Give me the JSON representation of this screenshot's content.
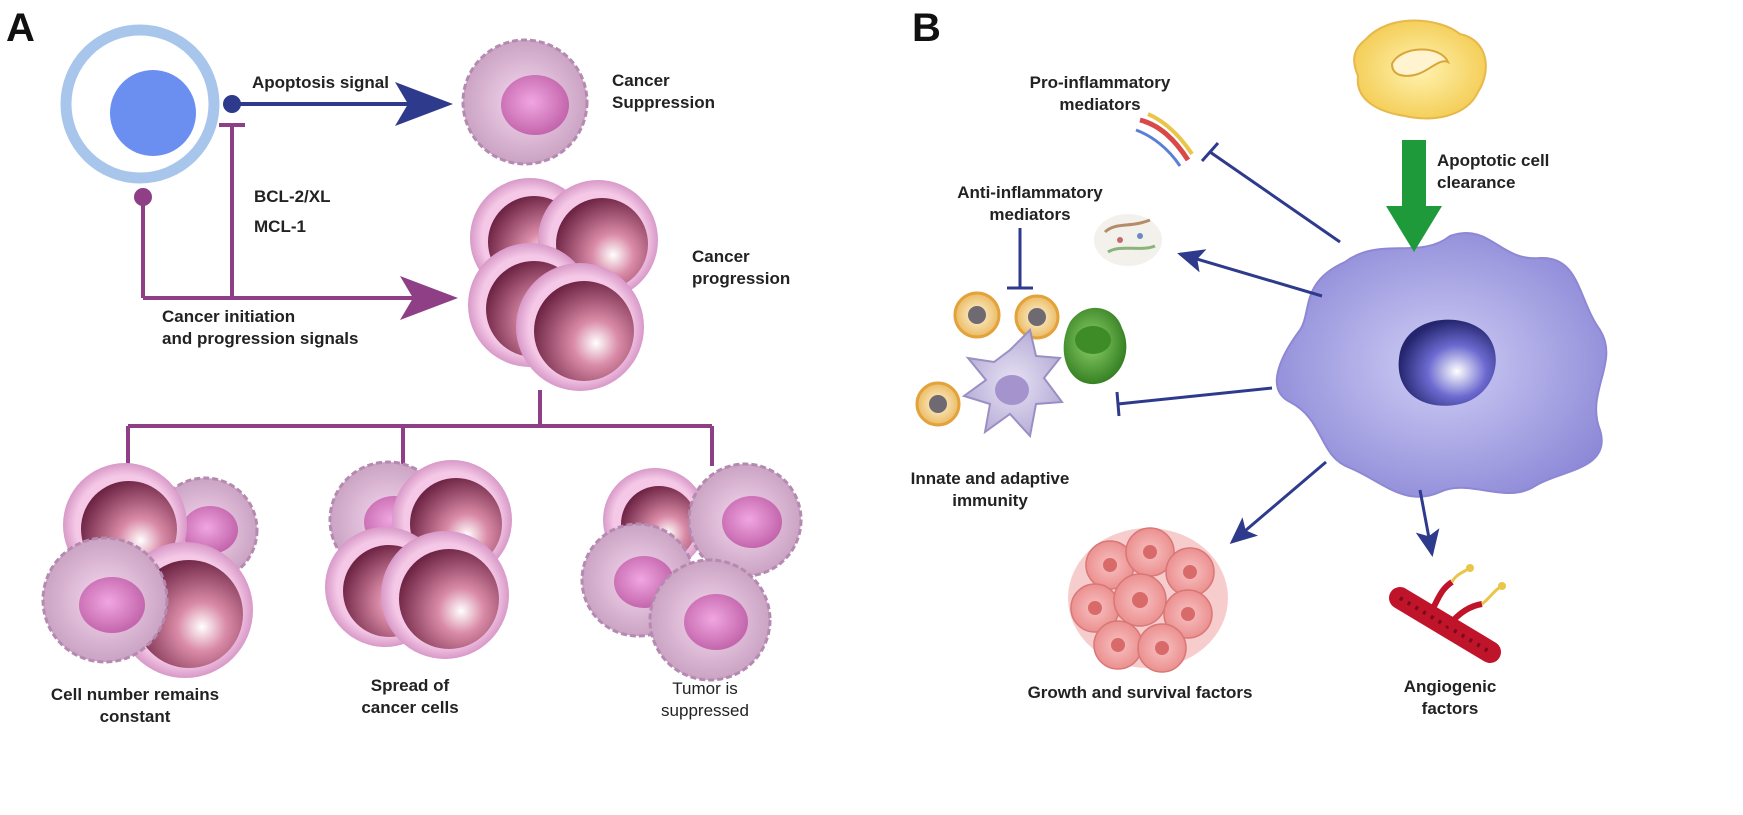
{
  "panels": {
    "a_letter": "A",
    "b_letter": "B"
  },
  "panel_a": {
    "apoptosis_signal": "Apoptosis signal",
    "cancer_suppression": "Cancer\nSuppression",
    "bcl2_xl": "BCL-2/XL",
    "mcl1": "MCL-1",
    "cancer_progression": "Cancer\nprogression",
    "initiation_signals": "Cancer initiation\nand progression  signals",
    "outcome_constant": "Cell number remains\nconstant",
    "outcome_spread": "Spread of\ncancer cells",
    "outcome_suppressed": "Tumor is\nsuppressed"
  },
  "panel_b": {
    "pro_inflammatory": "Pro-inflammatory\nmediators",
    "anti_inflammatory": "Anti-inflammatory\nmediators",
    "apoptotic_clearance": "Apoptotic cell\nclearance",
    "immunity": "Innate and adaptive\nimmunity",
    "growth_factors": "Growth and survival factors",
    "angiogenic_factors": "Angiogenic\nfactors"
  },
  "colors": {
    "blue_arrow": "#2e3a8c",
    "purple_line": "#8e3f86",
    "green_arrow": "#1e9a3a",
    "macrophage": "#a9a6e6",
    "pink_cell": "#e8b8e0",
    "maroon_cell": "#8a3a5c"
  }
}
